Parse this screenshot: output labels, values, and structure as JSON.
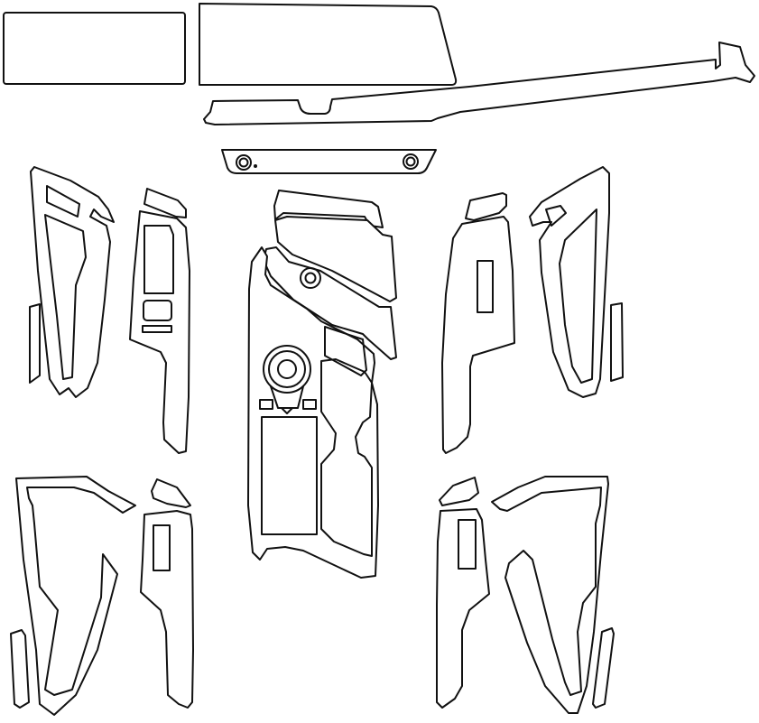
{
  "diagram": {
    "background_color": "#ffffff",
    "line_color": "#111111",
    "parts": [
      {
        "name": "infotainment-screen-panel"
      },
      {
        "name": "instrument-cluster-panel"
      },
      {
        "name": "dashboard-trim-strip"
      },
      {
        "name": "dashboard-vent-strip"
      },
      {
        "name": "left-front-door-trim"
      },
      {
        "name": "left-front-window-switch-panel"
      },
      {
        "name": "left-front-small-strip"
      },
      {
        "name": "center-console-trim"
      },
      {
        "name": "right-front-window-switch-panel"
      },
      {
        "name": "right-front-door-trim"
      },
      {
        "name": "right-front-small-strip"
      },
      {
        "name": "left-rear-door-trim"
      },
      {
        "name": "left-rear-window-switch-panel"
      },
      {
        "name": "left-rear-small-strip"
      },
      {
        "name": "right-rear-window-switch-panel"
      },
      {
        "name": "right-rear-door-trim"
      },
      {
        "name": "right-rear-small-strip"
      }
    ]
  }
}
